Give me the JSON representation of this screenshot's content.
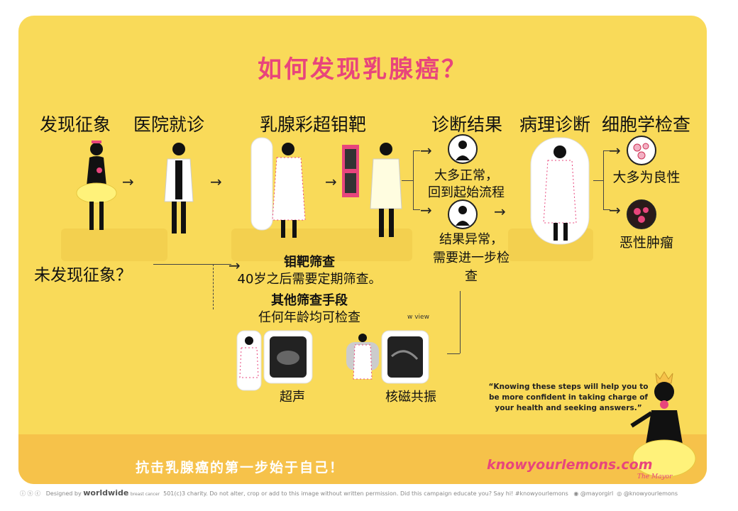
{
  "title": "如何发现乳腺癌？",
  "steps": {
    "s1": "发现征象",
    "s2": "医院就诊",
    "s3": "乳腺彩超钼靶",
    "s4": "诊断结果",
    "s5": "病理诊断",
    "s6": "细胞学检查"
  },
  "results": {
    "normal_line1": "大多正常，",
    "normal_line2": "回到起始流程",
    "abnormal_line1": "结果异常，",
    "abnormal_line2": "需要进一步检",
    "abnormal_line3": "查",
    "benign": "大多为良性",
    "malignant": "恶性肿瘤"
  },
  "screening": {
    "no_signs": "未发现征象？",
    "mammo_title": "钼靶筛查",
    "mammo_text": "40岁之后需要定期筛查。",
    "other_title": "其他筛查手段",
    "other_text": "任何年龄均可检查",
    "ultrasound": "超声",
    "mri": "核磁共振",
    "view_fragment": "w view"
  },
  "quote": {
    "line1": "“Knowing these steps will help you to",
    "line2": "be more confident in taking charge of",
    "line3": "your health and seeking answers.”",
    "signature": "The Mayor"
  },
  "banner": {
    "slogan": "抗击乳腺癌的第一步始于自己！",
    "website": "knowyourlemons.com"
  },
  "footer": {
    "designed_by": "Designed by",
    "org": "worldwide",
    "org_sub": "breast cancer",
    "notice": "501(c)3 charity. Do not alter, crop or add to this image without written permission. Did this campaign educate you? Say hi! #knowyourlemons",
    "handle1": "@mayorgirl",
    "handle2": "@knowyourlemons"
  },
  "colors": {
    "card": "#f9da59",
    "band": "#f6c24a",
    "accent": "#e8457c"
  }
}
